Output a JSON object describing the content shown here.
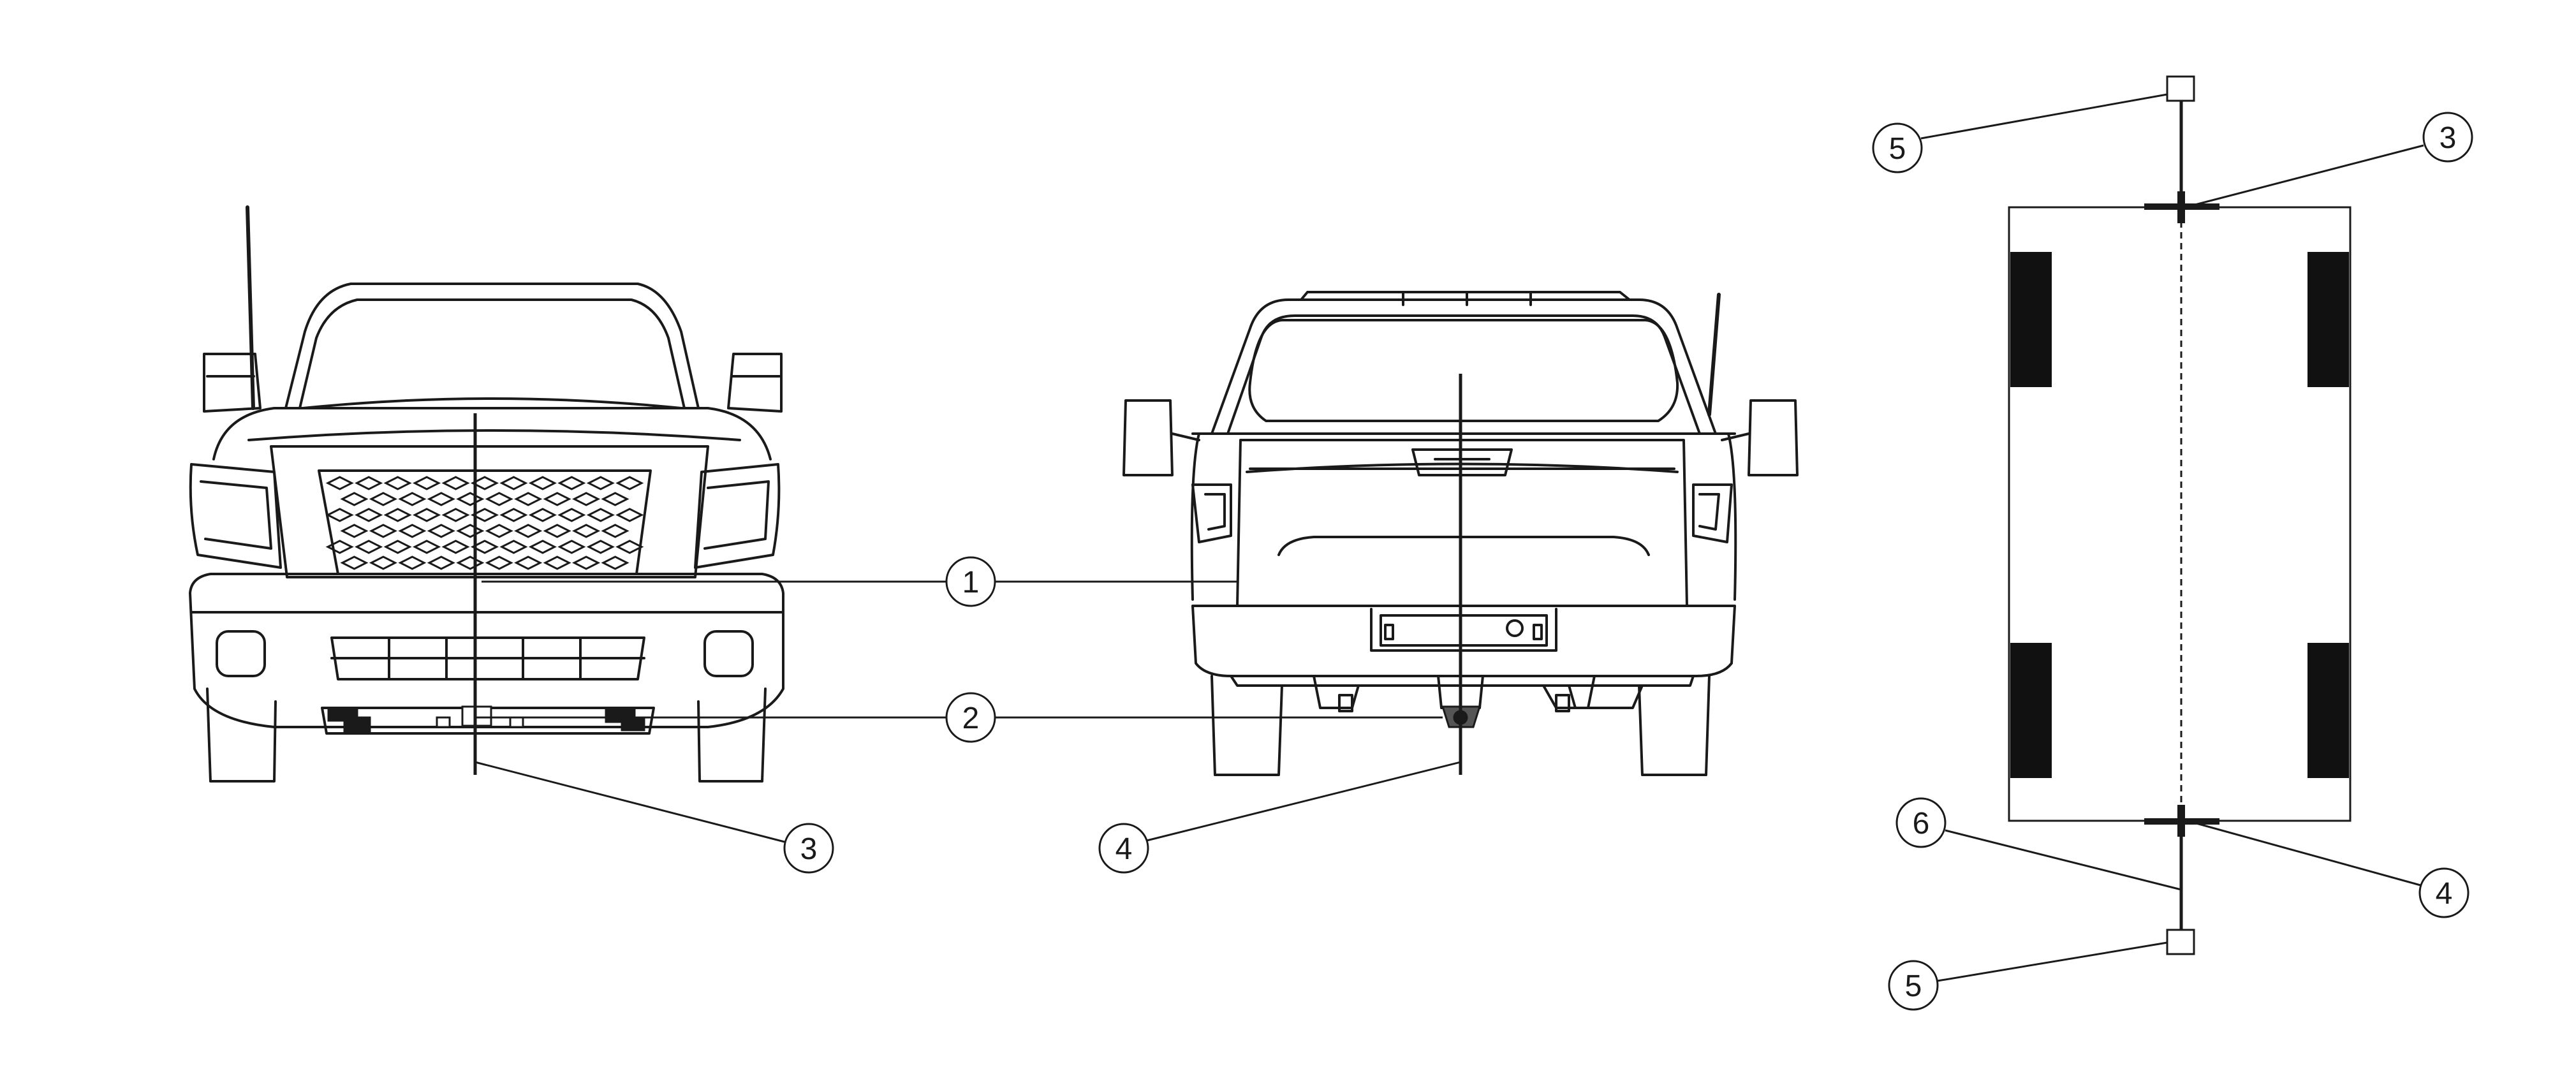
{
  "diagram": {
    "callouts": [
      {
        "id": "callout-1",
        "label": "1"
      },
      {
        "id": "callout-2",
        "label": "2"
      },
      {
        "id": "callout-3-front",
        "label": "3"
      },
      {
        "id": "callout-4-rear",
        "label": "4"
      },
      {
        "id": "callout-3-top",
        "label": "3"
      },
      {
        "id": "callout-4-top",
        "label": "4"
      },
      {
        "id": "callout-5-top",
        "label": "5"
      },
      {
        "id": "callout-5-bottom",
        "label": "5"
      },
      {
        "id": "callout-6",
        "label": "6"
      }
    ],
    "views": [
      "front-view",
      "rear-view",
      "top-view"
    ],
    "colors": {
      "line": "#1a1a1a",
      "background": "#ffffff",
      "tire_fill": "#111111"
    }
  }
}
